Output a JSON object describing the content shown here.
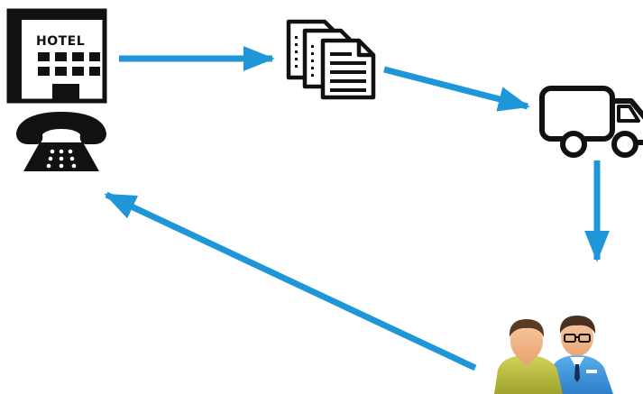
{
  "diagram": {
    "hotel_sign": "HOTEL",
    "nodes": [
      {
        "id": "hotel",
        "icon": "hotel-building-icon"
      },
      {
        "id": "phone",
        "icon": "telephone-icon"
      },
      {
        "id": "documents",
        "icon": "documents-stack-icon"
      },
      {
        "id": "truck",
        "icon": "delivery-truck-icon"
      },
      {
        "id": "people",
        "icon": "customers-icon"
      }
    ],
    "edges": [
      {
        "from": "hotel",
        "to": "documents"
      },
      {
        "from": "documents",
        "to": "truck"
      },
      {
        "from": "truck",
        "to": "people"
      },
      {
        "from": "people",
        "to": "hotel"
      }
    ],
    "colors": {
      "arrow": "#1e96d8",
      "icon": "#111111",
      "person_left_shirt": "#b8bb3a",
      "person_right_shirt": "#3a8fd6",
      "skin": "#f2b98a"
    }
  }
}
